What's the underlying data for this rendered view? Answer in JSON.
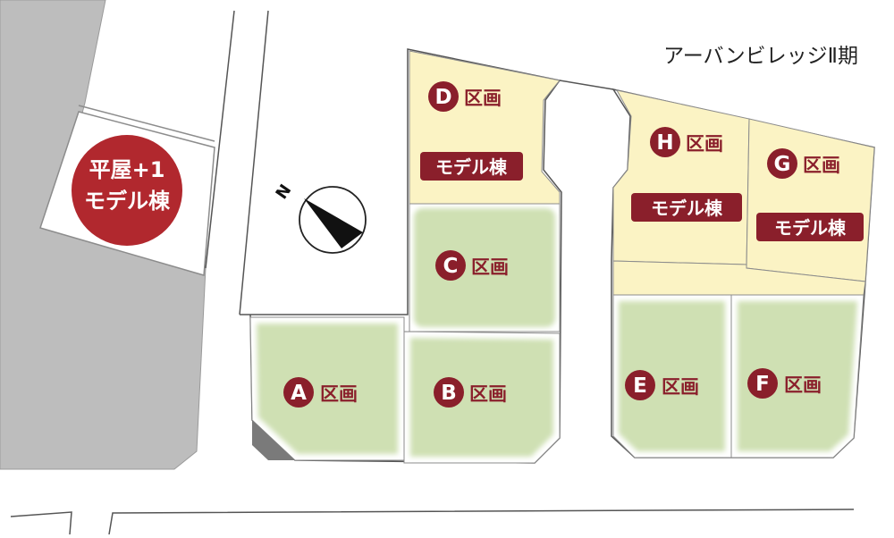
{
  "title": "アーバンビレッジⅡ期",
  "north_marker": "N",
  "hiraya_model": {
    "line1": "平屋+1",
    "line2": "モデル棟"
  },
  "colors": {
    "gray_area": "#bdbdbd",
    "model_lot_fill": "#fbf3c4",
    "regular_lot_fill": "#cfe0b3",
    "accent_red": "#8a1f2b",
    "circle_red": "#b1282e",
    "lot_border": "#8c8c8c"
  },
  "lots": [
    {
      "letter": "A",
      "suffix": "区画",
      "model": false
    },
    {
      "letter": "B",
      "suffix": "区画",
      "model": false
    },
    {
      "letter": "C",
      "suffix": "区画",
      "model": false
    },
    {
      "letter": "D",
      "suffix": "区画",
      "model": true,
      "model_label": "モデル棟"
    },
    {
      "letter": "E",
      "suffix": "区画",
      "model": false
    },
    {
      "letter": "F",
      "suffix": "区画",
      "model": false
    },
    {
      "letter": "G",
      "suffix": "区画",
      "model": true,
      "model_label": "モデル棟"
    },
    {
      "letter": "H",
      "suffix": "区画",
      "model": true,
      "model_label": "モデル棟"
    }
  ]
}
